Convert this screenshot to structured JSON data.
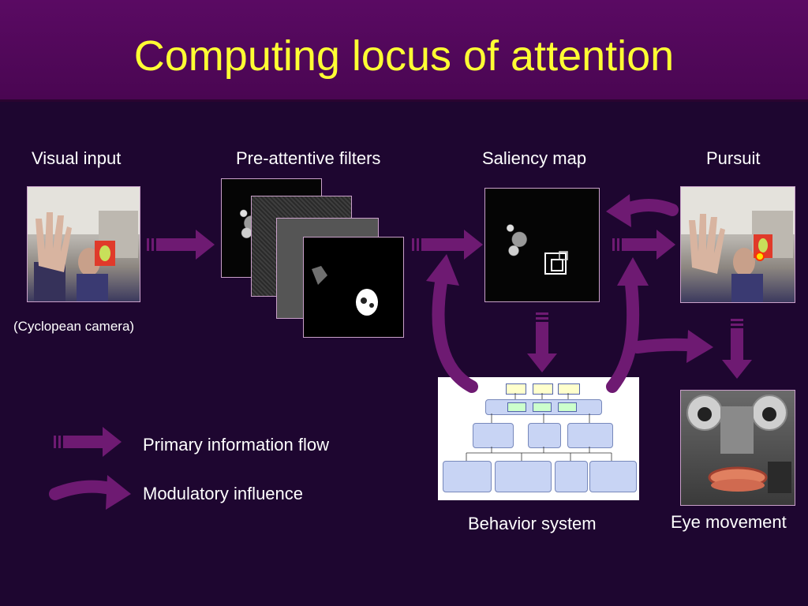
{
  "title": "Computing locus of attention",
  "stages": {
    "visual_input": "Visual input",
    "visual_input_note": "(Cyclopean camera)",
    "pre_attentive": "Pre-attentive filters",
    "saliency": "Saliency map",
    "pursuit": "Pursuit",
    "behavior": "Behavior system",
    "eye_movement": "Eye movement"
  },
  "legend": {
    "primary": "Primary information flow",
    "modulatory": "Modulatory influence"
  },
  "colors": {
    "background": "#1e0630",
    "title_bar": "#540862",
    "title_text": "#ffff33",
    "arrow": "#6e1a72"
  }
}
